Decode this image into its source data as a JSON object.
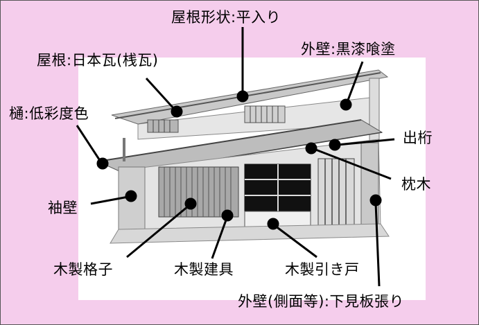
{
  "labels": {
    "roof_shape": "屋根形状:平入り",
    "roof": "屋根:日本瓦(桟瓦)",
    "outer_wall": "外壁:黒漆喰塗",
    "gutter": "樋:低彩度色",
    "degeta": "出桁",
    "makuragi": "枕木",
    "sodekabe": "袖壁",
    "wood_lattice": "木製格子",
    "wood_fittings": "木製建具",
    "wood_sliding_door": "木製引き戸",
    "outer_wall_side": "外壁(側面等):下見板張り"
  },
  "colors": {
    "background": "#f5cdec",
    "photo_panel": "#ffffff",
    "line": "#000000"
  }
}
